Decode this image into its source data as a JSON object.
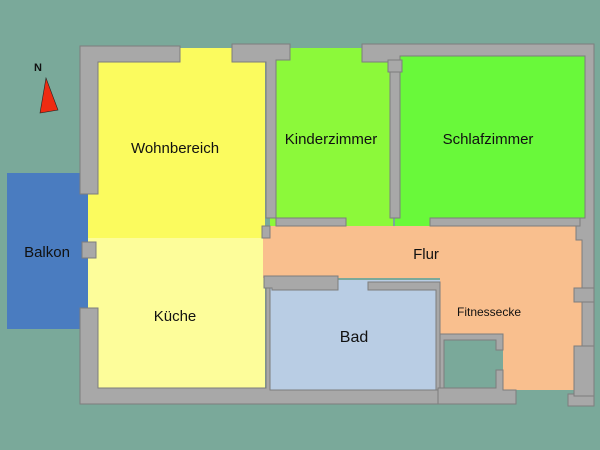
{
  "compass": {
    "label": "N",
    "arrow_color": "#ee2b12"
  },
  "colors": {
    "background": "#7aa99a",
    "wall": "#a8a8a8",
    "balkon": "#4a7cc0",
    "wohnbereich": "#fbfb5e",
    "kueche": "#fdfd9a",
    "kinderzimmer": "#8cf93a",
    "schlafzimmer": "#69f93a",
    "flur": "#f9bf8e",
    "bad": "#b9cde4",
    "abstellraum": "#7aa99a"
  },
  "rooms": {
    "balkon": "Balkon",
    "wohnbereich": "Wohnbereich",
    "kueche": "Küche",
    "kinderzimmer": "Kinderzimmer",
    "schlafzimmer": "Schlafzimmer",
    "flur": "Flur",
    "bad": "Bad",
    "fitnessecke": "Fitnessecke"
  }
}
